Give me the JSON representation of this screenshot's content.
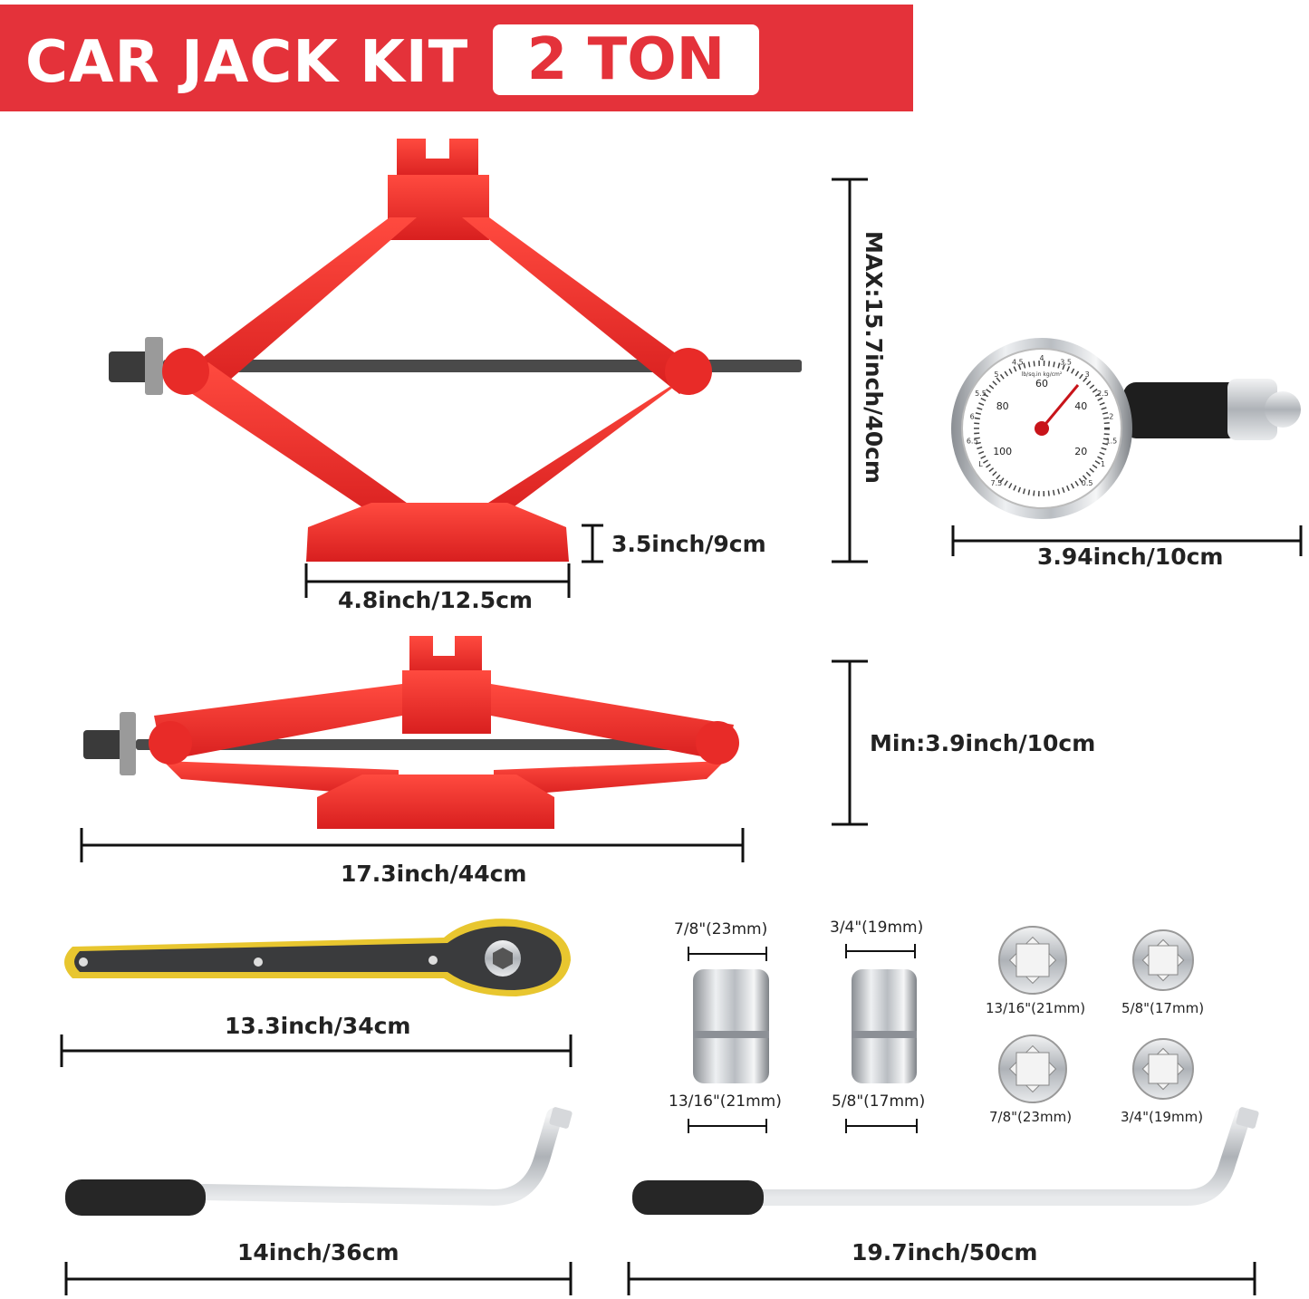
{
  "banner": {
    "title": "CAR JACK KIT",
    "badge": "2 TON"
  },
  "dimensions": {
    "jack_max_height": "MAX:15.7inch/40cm",
    "jack_base_height": "3.5inch/9cm",
    "jack_base_width": "4.8inch/12.5cm",
    "gauge_width": "3.94inch/10cm",
    "jack_min_height": "Min:3.9inch/10cm",
    "jack_length": "17.3inch/44cm",
    "ratchet_length": "13.3inch/34cm",
    "short_wrench_length": "14inch/36cm",
    "long_wrench_length": "19.7inch/50cm"
  },
  "sockets": {
    "top_left": "7/8\"(23mm)",
    "top_right": "3/4\"(19mm)",
    "bottom_left": "13/16\"(21mm)",
    "bottom_right": "5/8\"(17mm)"
  },
  "socket_ends": {
    "a": "13/16\"(21mm)",
    "b": "5/8\"(17mm)",
    "c": "7/8\"(23mm)",
    "d": "3/4\"(19mm)"
  },
  "gauge_dial": {
    "ticks_outer": [
      "7.5",
      "L",
      "6.5",
      "6",
      "5.5",
      "5",
      "4.5",
      "4",
      "3.5",
      "3",
      "2.5",
      "2",
      "1.5",
      "1",
      "0.5"
    ],
    "ticks_inner": [
      "100",
      "80",
      "60",
      "40",
      "20"
    ],
    "unit": "lb/sq.in kg/cm²"
  },
  "colors": {
    "brand_red": "#e4323a",
    "jack_red": "#f0312f",
    "grip_black": "#222222",
    "chrome": "#c9ccd0",
    "ratchet_yellow": "#e8c62f"
  }
}
